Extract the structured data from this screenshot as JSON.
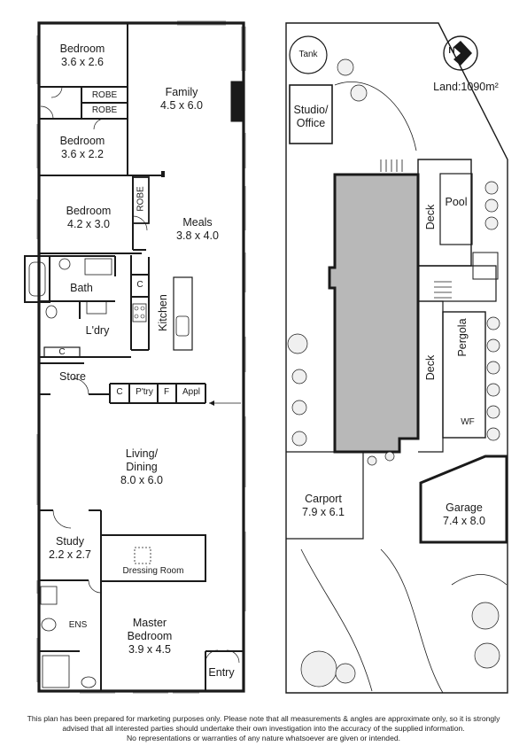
{
  "house": {
    "rooms": [
      {
        "id": "bedroom1",
        "name": "Bedroom",
        "size": "3.6 x 2.6"
      },
      {
        "id": "family",
        "name": "Family",
        "size": "4.5 x 6.0"
      },
      {
        "id": "bedroom2",
        "name": "Bedroom",
        "size": "3.6 x 2.2"
      },
      {
        "id": "bedroom3",
        "name": "Bedroom",
        "size": "4.2 x 3.0"
      },
      {
        "id": "meals",
        "name": "Meals",
        "size": "3.8 x 4.0"
      },
      {
        "id": "living",
        "name": "Living/",
        "name2": "Dining",
        "size": "8.0 x 6.0"
      },
      {
        "id": "study",
        "name": "Study",
        "size": "2.2 x 2.7"
      },
      {
        "id": "master",
        "name": "Master",
        "name2": "Bedroom",
        "size": "3.9 x 4.5"
      }
    ],
    "labels": {
      "robe": "ROBE",
      "bath": "Bath",
      "laundry": "L'dry",
      "kitchen": "Kitchen",
      "store": "Store",
      "cupboard": "C",
      "pantry": "P'try",
      "fridge": "F",
      "appliance": "Appl",
      "dressing": "Dressing Room",
      "ensuite": "ENS",
      "entry": "Entry"
    }
  },
  "site": {
    "land": "Land:1090m²",
    "tank": "Tank",
    "studio_1": "Studio/",
    "studio_2": "Office",
    "deck": "Deck",
    "pool": "Pool",
    "pergola": "Pergola",
    "wf": "WF",
    "carport": {
      "name": "Carport",
      "size": "7.9 x 6.1"
    },
    "garage": {
      "name": "Garage",
      "size": "7.4 x 8.0"
    },
    "north": "N"
  },
  "disclaimer": [
    "This plan has been prepared for marketing purposes only. Please note that all measurements & angles are approximate only, so it is strongly",
    "advised that all interested parties should undertake their own investigation into the accuracy of the supplied information.",
    "No representations or warranties of any nature whatsoever are given or intended."
  ]
}
